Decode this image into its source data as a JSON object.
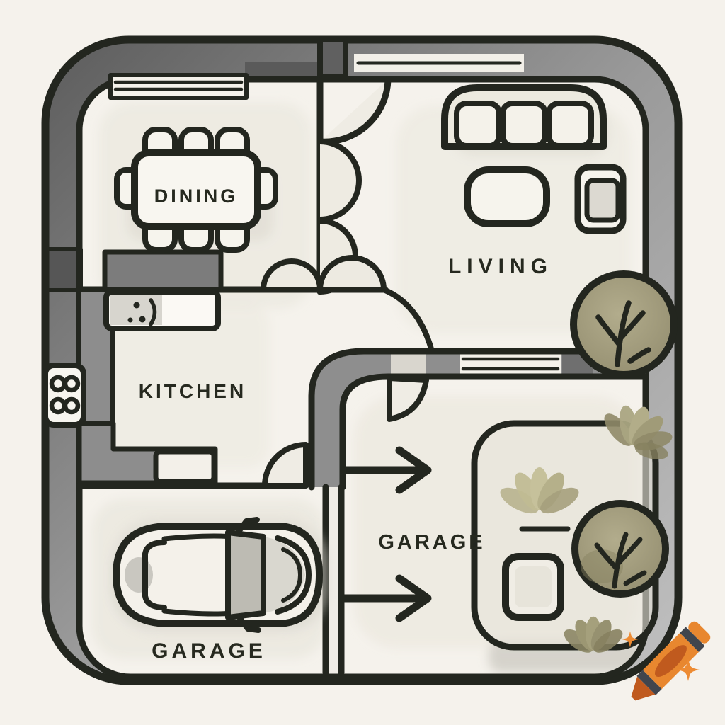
{
  "scene": {
    "description": "hand-drawn house floor plan illustration",
    "paper_color": "#f5f2ec",
    "ink_color": "#23261f",
    "wall_gray": "#9a9a9a",
    "foliage_olive": "#a29d7c",
    "logo_orange": "#e8872f",
    "logo_dark_orange": "#c05a1e",
    "logo_band_gray": "#40454d"
  },
  "rooms": {
    "dining": {
      "label": "DINING"
    },
    "living": {
      "label": "LIVING"
    },
    "kitchen": {
      "label": "KITCHEN"
    },
    "garage_left": {
      "label": "GARAGE"
    },
    "garage_right": {
      "label": "GARAGE"
    }
  },
  "icons": {
    "dining_table": "rectangular-table-with-eight-chairs",
    "sofa": "three-seat-sofa-top-view",
    "coffee_table": "rounded-coffee-table",
    "side_table": "square-side-table",
    "stove": "four-burner-stove",
    "sink": "kitchen-sink-counter",
    "car": "car-top-view",
    "tree": "round-canopy-tree",
    "shrub": "five-petal-shrub",
    "planter": "square-planter",
    "arrow": "right-direction-arrow",
    "logo": "orange-crayon-with-sparkles"
  },
  "counts": {
    "dining_chairs": 8,
    "sofa_cushions": 3,
    "stove_burners": 4,
    "trees": 2,
    "shrubs": 3,
    "direction_arrows": 2,
    "sparkles": 2
  }
}
